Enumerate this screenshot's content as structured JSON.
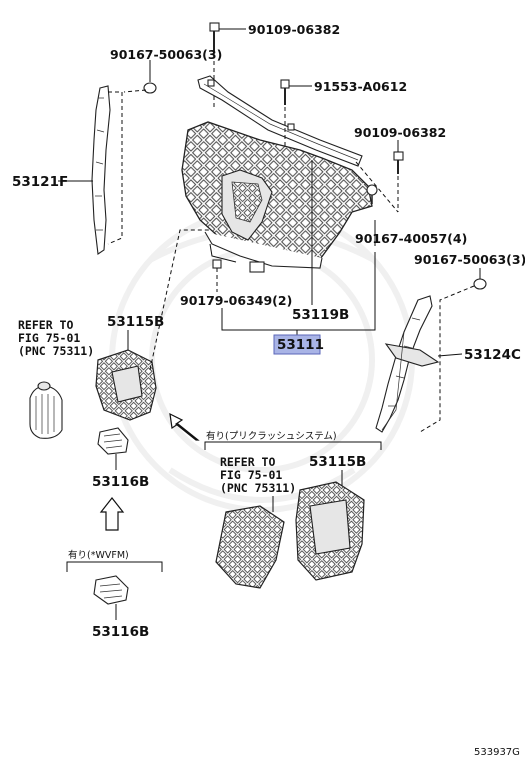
{
  "labels": {
    "p90109_top": "90109-06382",
    "p90167_50063_left": "90167-50063(3)",
    "p91553": "91553-A0612",
    "p90109_right": "90109-06382",
    "p53121F": "53121F",
    "p90167_40057": "90167-40057(4)",
    "p90167_50063_right": "90167-50063(3)",
    "p90179": "90179-06349(2)",
    "p53119B": "53119B",
    "p53111": "53111",
    "p53124C": "53124C",
    "p53115B_left": "53115B",
    "p53116B_mid": "53116B",
    "p53115B_right": "53115B",
    "p53116B_bottom": "53116B",
    "diagram_code": "533937G"
  },
  "refer_left": [
    "REFER TO",
    "FIG 75-01",
    "(PNC 75311)"
  ],
  "refer_right": [
    "REFER TO",
    "FIG 75-01",
    "(PNC 75311)"
  ],
  "notes": {
    "precrash": "有り(プリクラッシュシステム)",
    "wvfm": "有り(*WVFM)"
  },
  "colors": {
    "highlight_fill": "#a9b4e6",
    "highlight_stroke": "#5a66b8"
  }
}
